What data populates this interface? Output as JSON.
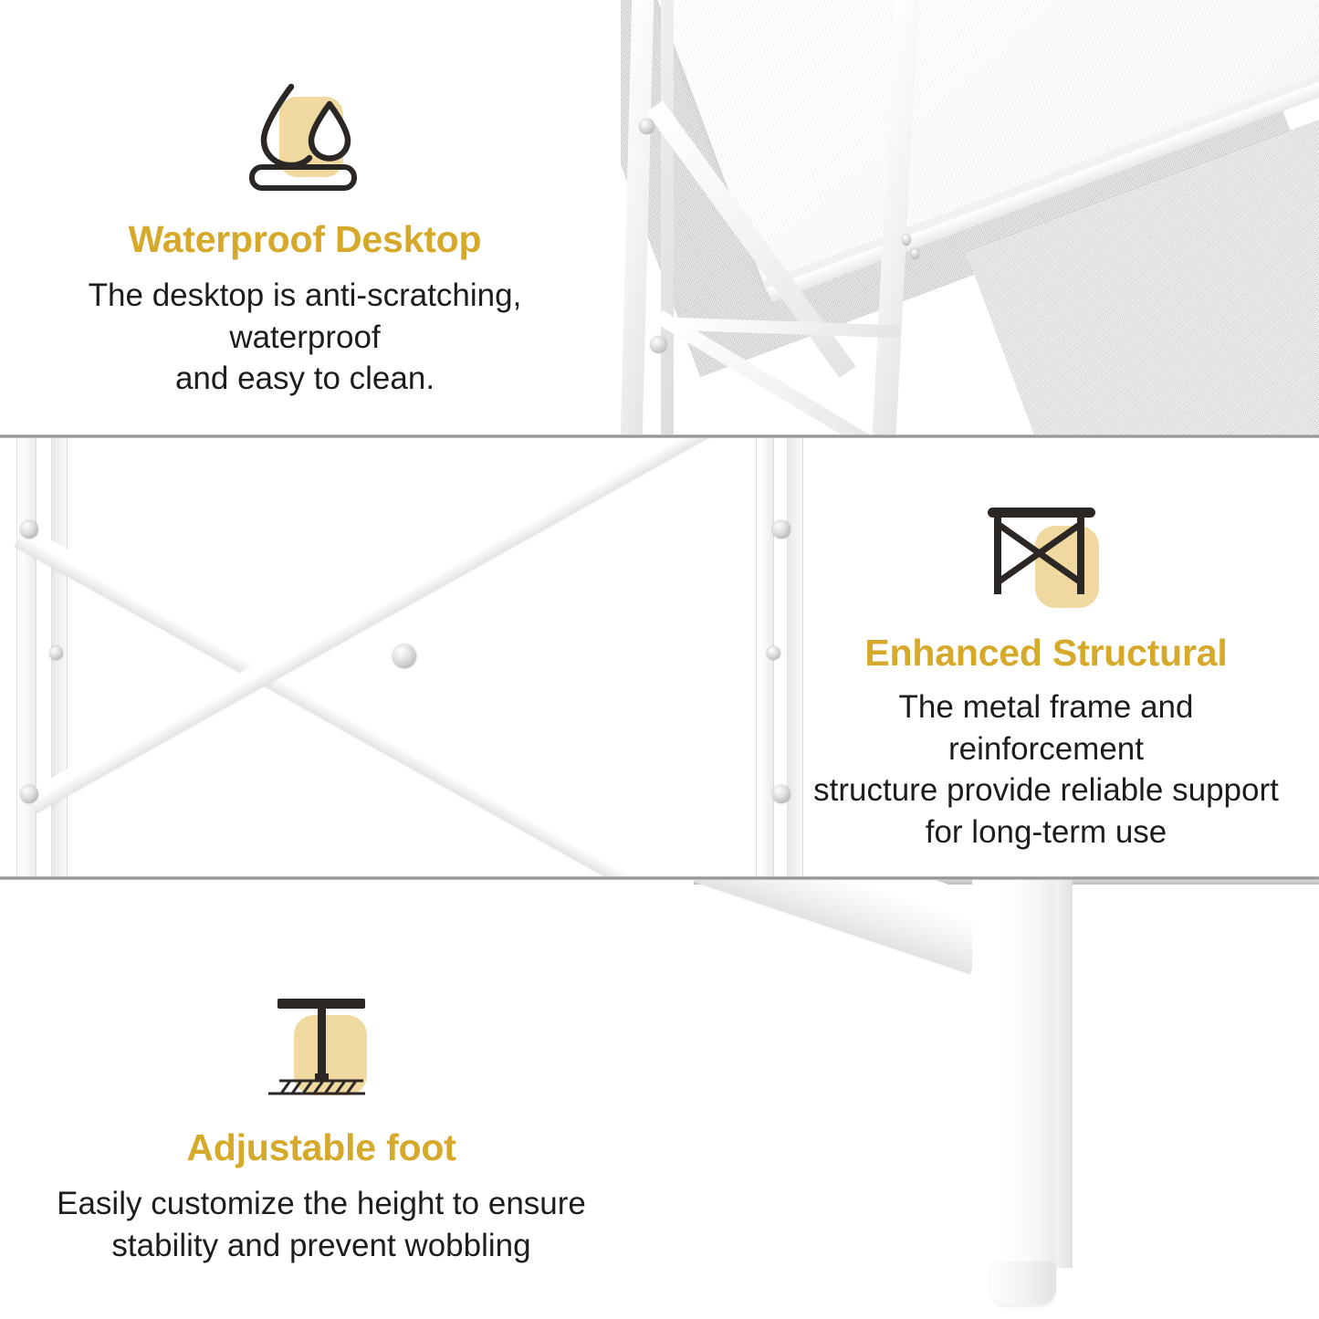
{
  "meta": {
    "accent_gold": "#D6A92B",
    "icon_badge_tan": "#EFD9A0",
    "icon_stroke_dark": "#2B2724",
    "body_text_color": "#1D1D1D",
    "divider_gray": "#8E8E8E",
    "product_white": "#FFFFFF",
    "fabric_gray": "#DCDCDC",
    "brace_glow_orange": "#FFA854"
  },
  "panels": [
    {
      "id": "waterproof",
      "icon_name": "waterproof-desktop-icon",
      "title": "Waterproof Desktop",
      "description": "The desktop is anti-scratching, waterproof and easy to clean.",
      "description_lines": [
        "The desktop is anti-scratching, waterproof",
        "and easy to clean."
      ],
      "photo_name": "desk-corner-photo",
      "photo_alt": "Close-up of white desktop corner with white metal frame on gray textured fabric"
    },
    {
      "id": "structural",
      "icon_name": "table-frame-cross-brace-icon",
      "title": "Enhanced Structural",
      "description": "The metal frame and reinforcement structure provide reliable support for long-term use",
      "description_lines": [
        "The metal frame and reinforcement",
        "structure provide reliable support",
        "for long-term use"
      ],
      "photo_name": "x-cross-brace-photo",
      "photo_alt": "White metal X cross brace with glowing orange highlight lines"
    },
    {
      "id": "foot",
      "icon_name": "adjustable-foot-icon",
      "title": "Adjustable foot",
      "description": "Easily customize the height to ensure stability and prevent wobbling",
      "description_lines": [
        "Easily customize the height to ensure",
        "stability and prevent wobbling"
      ],
      "photo_name": "table-leg-foot-photo",
      "photo_alt": "White table leg with adjustable foot at the bottom"
    }
  ]
}
